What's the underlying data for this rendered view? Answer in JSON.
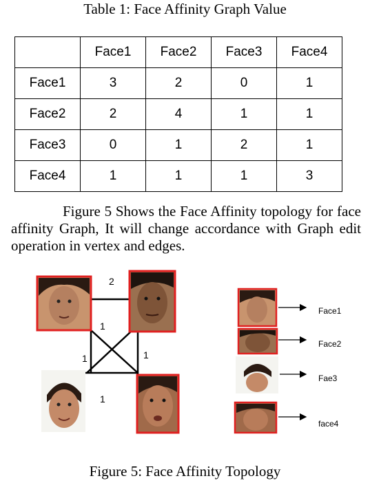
{
  "table_caption": "Table 1: Face Affinity Graph Value",
  "table": {
    "headers": [
      "",
      "Face1",
      "Face2",
      "Face3",
      "Face4"
    ],
    "rows": [
      {
        "label": "Face1",
        "values": [
          "3",
          "2",
          "0",
          "1"
        ]
      },
      {
        "label": "Face2",
        "values": [
          "2",
          "4",
          "1",
          "1"
        ]
      },
      {
        "label": "Face3",
        "values": [
          "0",
          "1",
          "2",
          "1"
        ]
      },
      {
        "label": "Face4",
        "values": [
          "1",
          "1",
          "1",
          "3"
        ]
      }
    ]
  },
  "paragraph": "Figure 5 Shows the Face Affinity topology for face affinity Graph, It will change accordance with Graph edit operation in vertex and edges.",
  "graph": {
    "edge_labels": [
      "2",
      "1",
      "1",
      "1",
      "1"
    ],
    "legend": [
      "Face1",
      "Face2",
      "Fae3",
      "face4"
    ]
  },
  "figure_caption": "Figure 5: Face Affinity Topology",
  "colors": {
    "border_red": "#e02020",
    "skin": "#b07858",
    "hair": "#2a1a12"
  }
}
